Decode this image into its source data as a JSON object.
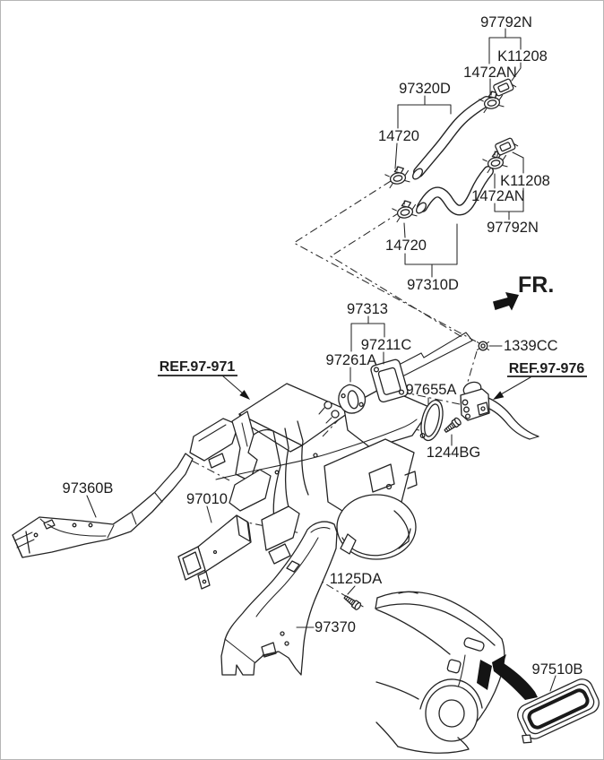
{
  "diagram": {
    "type": "automotive-parts-diagram",
    "subject": "heater hoses and ducts",
    "colors": {
      "line": "#242424",
      "background": "#ffffff",
      "solid_black": "#141414"
    },
    "labels": {
      "p97792n_top": "97792N",
      "k11208_top": "K11208",
      "p1472an_top": "1472AN",
      "p97320d": "97320D",
      "p14720_top": "14720",
      "k11208_mid": "K11208",
      "p1472an_mid": "1472AN",
      "p97792n_mid": "97792N",
      "p14720_mid": "14720",
      "p97310d": "97310D",
      "fr": "FR.",
      "p97313": "97313",
      "p97211c": "97211C",
      "p97261a": "97261A",
      "p1339cc": "1339CC",
      "ref_97_971": "REF.97-971",
      "ref_97_976": "REF.97-976",
      "p97655a": "97655A",
      "p1244bg": "1244BG",
      "p97360b": "97360B",
      "p97010": "97010",
      "p1125da": "1125DA",
      "p97370": "97370",
      "p97510b": "97510B"
    },
    "icons": {
      "fr_arrow": "direction-arrow-front",
      "view_arrow": "view-callout-arrow",
      "clamp": "hose-clamp-icon",
      "clip": "retainer-clip-icon",
      "bolt": "bolt-icon",
      "nut": "nut-icon"
    }
  }
}
